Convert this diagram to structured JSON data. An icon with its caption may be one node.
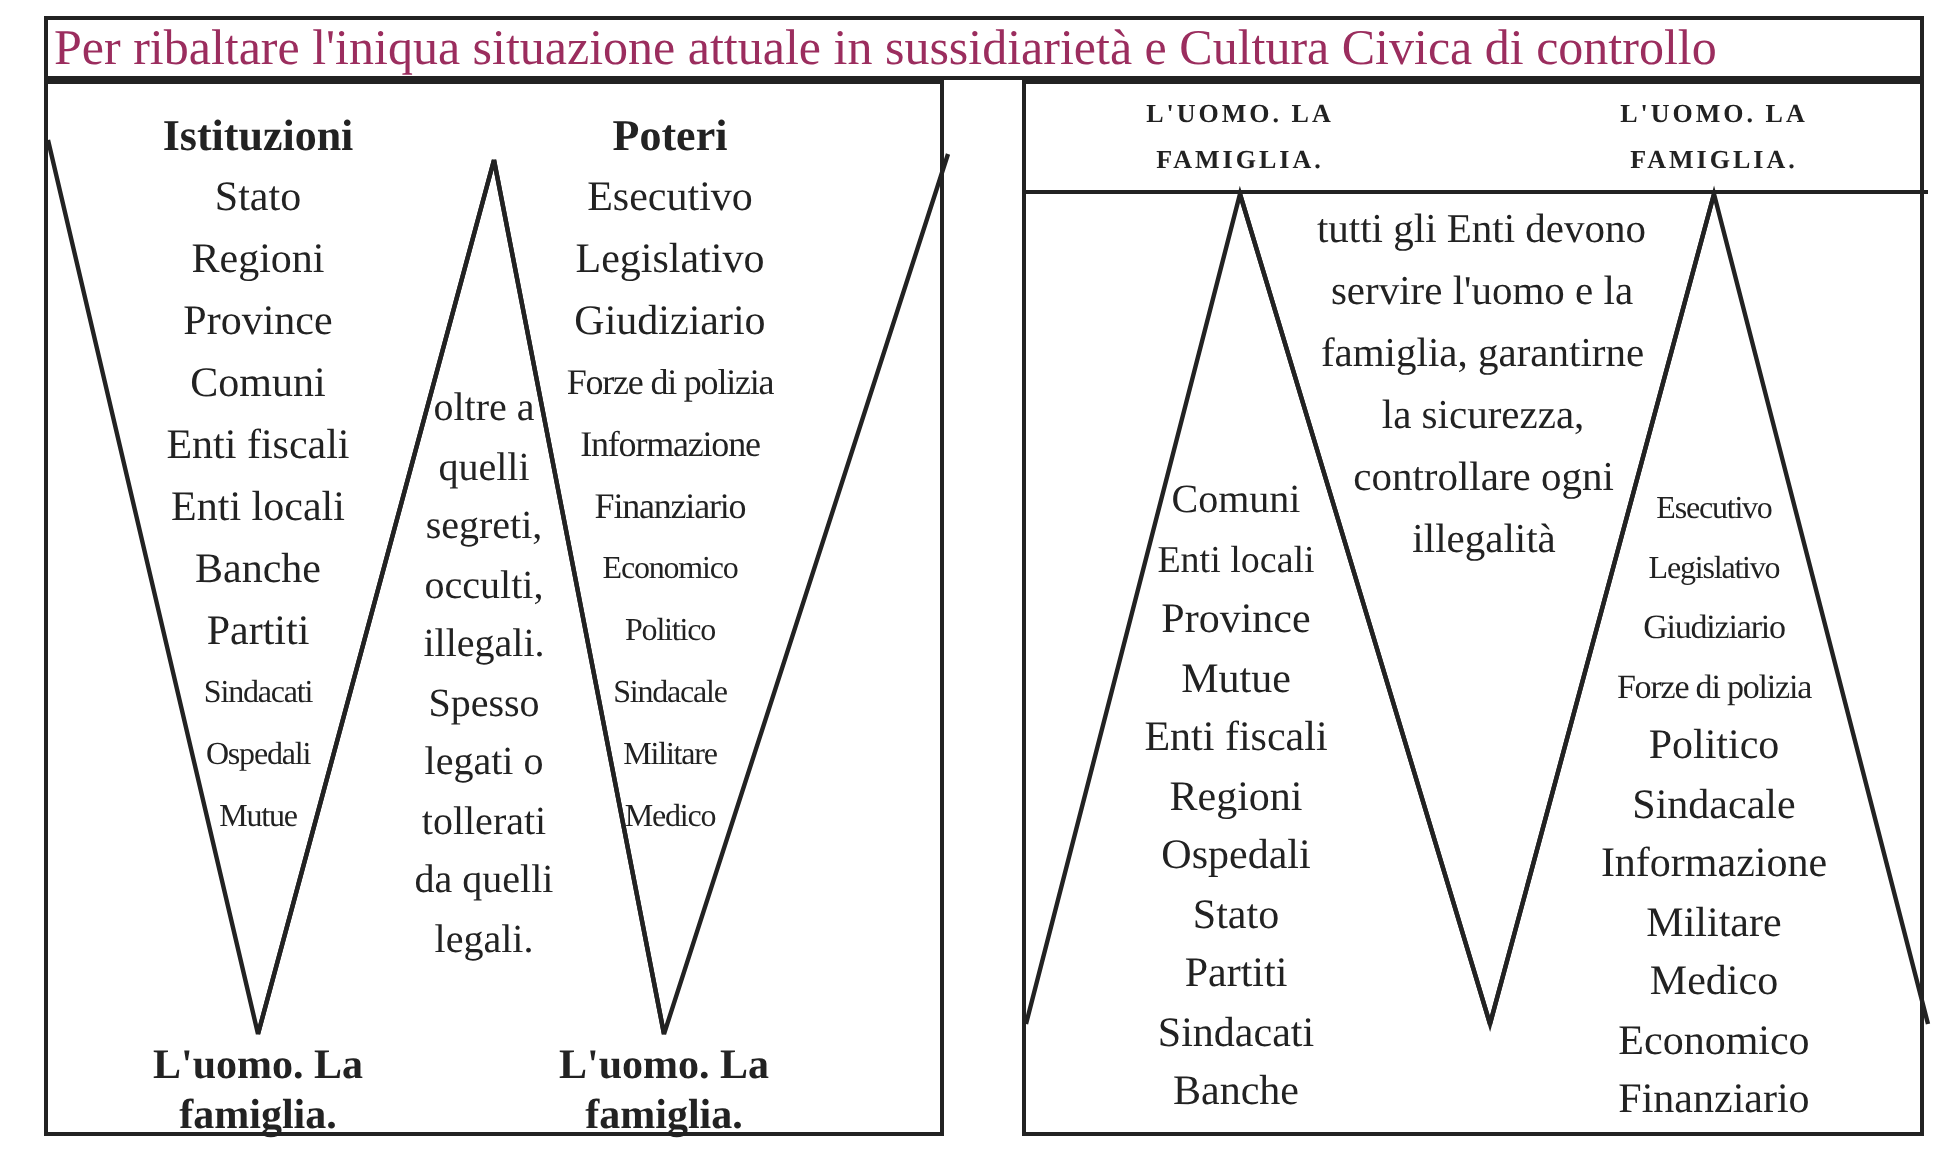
{
  "diagram": {
    "title": "Per ribaltare l'iniqua situazione attuale in sussidiarietà e Cultura Civica di controllo",
    "nodes": [
      {
        "text": [],
        "shape": "box"
      },
      {
        "text": [
          "Istituzioni",
          "Stato",
          "Regioni",
          "Province",
          "Comuni",
          "Enti fiscali",
          "Enti locali",
          "Banche",
          "Partiti",
          "Sindacati",
          "Ospedali",
          "Mutue"
        ],
        "in": 0
      },
      {
        "text": [
          "oltre a quelli segreti, occulti, illegali. Spesso legati o tollerati da quelli legali."
        ],
        "in": 0
      },
      {
        "text": [
          "Poteri",
          "Esecutivo",
          "Legislativo",
          "Giudiziario",
          "Forze di polizia",
          "Informazione",
          "Finanziario",
          "Economico",
          "Politico",
          "Sindacale",
          "Militare",
          "Medico"
        ],
        "in": 0
      },
      {
        "text": [],
        "shape": "box"
      },
      {
        "text": [
          "L'UOMO. LA FAMIGLIA.",
          "L'UOMO. LA FAMIGLIA."
        ],
        "in": 4
      },
      {
        "text": [
          "Comuni",
          "Enti locali",
          "Province",
          "Mutue",
          "Enti fiscali",
          "Regioni",
          "Ospedali",
          "Stato",
          "Partiti",
          "Sindacati",
          "Banche"
        ],
        "in": 4
      },
      {
        "text": [
          "tutti gli Enti devono servire l'uomo e la famiglia, garantirne la sicurezza, controllare ogni illegalità"
        ],
        "in": 4
      },
      {
        "text": [
          "Esecutivo",
          "Legislativo",
          "Giudiziario",
          "Forze di polizia",
          "Politico",
          "Sindacale",
          "Informazione",
          "Militare",
          "Medico",
          "Economico",
          "Finanziario"
        ],
        "in": 4
      }
    ],
    "edges": [],
    "labels": [
      "L'uomo. La famiglia.",
      "L'uomo. La famiglia."
    ]
  }
}
